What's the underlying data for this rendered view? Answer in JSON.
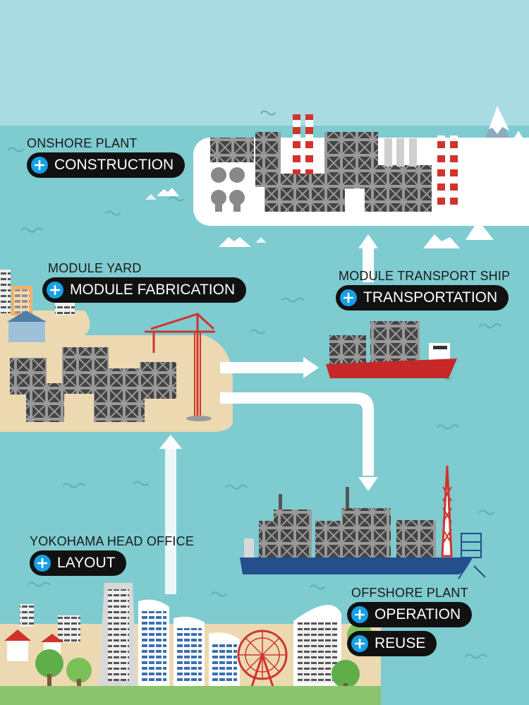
{
  "sections": {
    "onshore": {
      "label": "ONSHORE PLANT",
      "buttons": [
        "CONSTRUCTION"
      ]
    },
    "module_yard": {
      "label": "MODULE YARD",
      "buttons": [
        "MODULE FABRICATION"
      ]
    },
    "transport": {
      "label": "MODULE TRANSPORT SHIP",
      "buttons": [
        "TRANSPORTATION"
      ]
    },
    "head_office": {
      "label": "YOKOHAMA HEAD OFFICE",
      "buttons": [
        "LAYOUT"
      ]
    },
    "offshore": {
      "label": "OFFSHORE PLANT",
      "buttons": [
        "OPERATION",
        "REUSE"
      ]
    }
  },
  "colors": {
    "sky": "#a9dbe3",
    "sea": "#7ecbd0",
    "sand": "#ecd9b2",
    "accent": "#16a0e6",
    "pill": "#111111",
    "ship_hull_red": "#c62828",
    "ship_hull_blue": "#244e8c",
    "crane": "#d0342c"
  },
  "icons": [
    "plus-icon",
    "arrow-up-icon",
    "arrow-right-icon",
    "arrow-down-icon"
  ]
}
